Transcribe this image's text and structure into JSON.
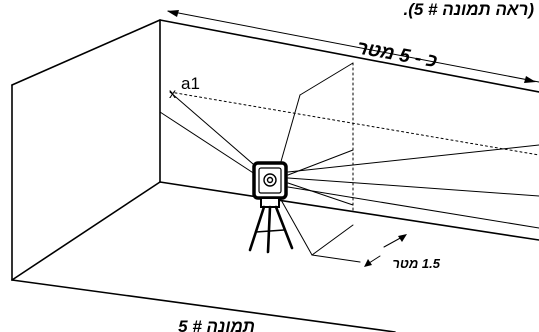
{
  "diagram": {
    "header_fragment": "(ראה תמונה # 5).",
    "top_dimension": "כ - 5 מטר",
    "point_label": "a1",
    "point_marker": "x",
    "side_dimension": "1.5 מטר",
    "caption": "תמונה # 5"
  },
  "colors": {
    "ink": "#000000",
    "background": "#ffffff"
  }
}
